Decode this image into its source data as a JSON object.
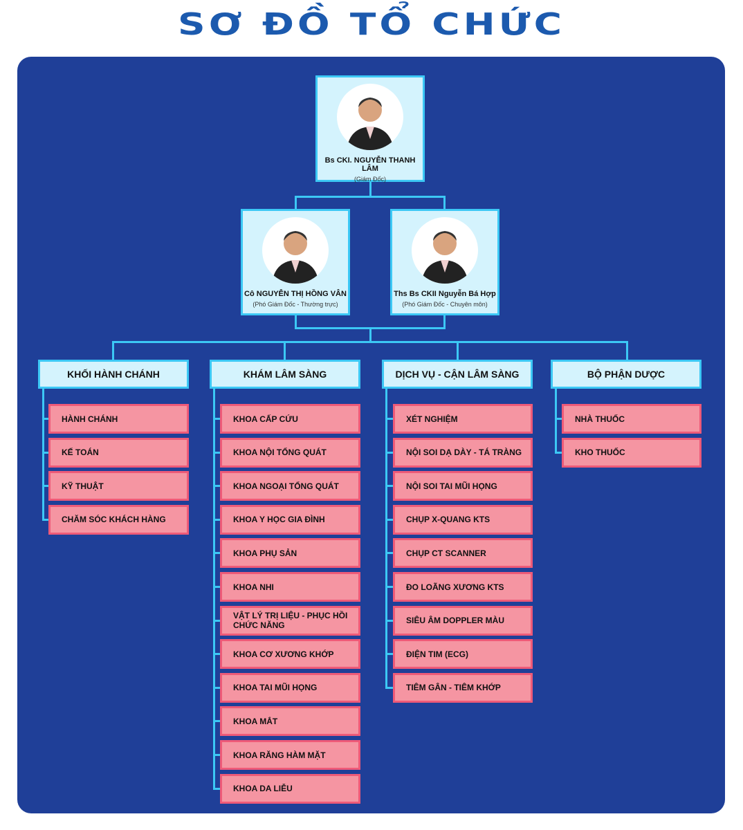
{
  "title": "SƠ ĐỒ TỔ CHỨC",
  "director": {
    "name": "Bs CKI. NGUYỄN THANH LÂM",
    "role": "(Giám Đốc)"
  },
  "deputies": [
    {
      "name": "Cô NGUYỄN THỊ HỒNG VÂN",
      "role": "(Phó Giám Đốc - Thường trực)"
    },
    {
      "name": "Ths Bs CKII Nguyễn Bá Hợp",
      "role": "(Phó Giám Đốc - Chuyên môn)"
    }
  ],
  "departments": [
    {
      "label": "KHỐI HÀNH CHÁNH",
      "items": [
        "HÀNH CHÁNH",
        "KẾ TOÁN",
        "KỸ THUẬT",
        "CHĂM SÓC KHÁCH HÀNG"
      ]
    },
    {
      "label": "KHÁM LÂM SÀNG",
      "items": [
        "KHOA CẤP CỨU",
        "KHOA NỘI TỔNG QUÁT",
        "KHOA NGOẠI TỔNG QUÁT",
        "KHOA Y HỌC GIA ĐÌNH",
        "KHOA PHỤ SẢN",
        "KHOA NHI",
        "VẬT LÝ TRỊ LIỆU - PHỤC HỒI CHỨC NĂNG",
        "KHOA CƠ XƯƠNG KHỚP",
        "KHOA TAI MŨI HỌNG",
        "KHOA MẮT",
        "KHOA RĂNG HÀM MẶT",
        "KHOA DA LIỄU"
      ]
    },
    {
      "label": "DỊCH VỤ - CẬN LÂM SÀNG",
      "items": [
        "XÉT NGHIỆM",
        "NỘI SOI DẠ DÀY - TÁ TRÀNG",
        "NỘI SOI TAI MŨI HỌNG",
        "CHỤP X-QUANG KTS",
        "CHỤP CT SCANNER",
        "ĐO LOÃNG XƯƠNG KTS",
        "SIÊU ÂM DOPPLER MÀU",
        "ĐIỆN TIM (ECG)",
        "TIÊM GÂN - TIÊM KHỚP"
      ]
    },
    {
      "label": "BỘ PHẬN DƯỢC",
      "items": [
        "NHÀ THUỐC",
        "KHO THUỐC"
      ]
    }
  ]
}
